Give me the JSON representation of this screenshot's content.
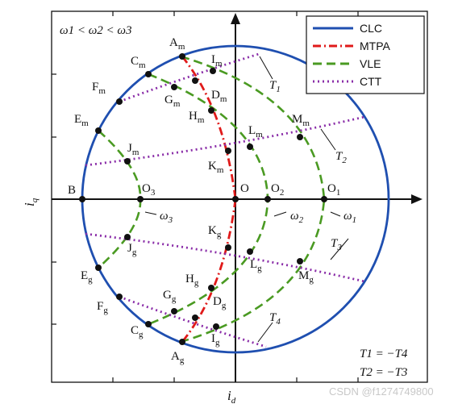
{
  "colors": {
    "clc": "#1f4fb0",
    "mtpa": "#e01a1a",
    "vle": "#4a9a22",
    "ctt": "#8a2da8",
    "axis": "#111111"
  },
  "header": {
    "condition": "ω1 < ω2 < ω3"
  },
  "legend": [
    {
      "key": "clc",
      "label": "CLC",
      "style": "solid"
    },
    {
      "key": "mtpa",
      "label": "MTPA",
      "style": "dashdot"
    },
    {
      "key": "vle",
      "label": "VLE",
      "style": "dashed"
    },
    {
      "key": "ctt",
      "label": "CTT",
      "style": "dotted"
    }
  ],
  "axes": {
    "x": "i",
    "x_sub": "d",
    "y": "i",
    "y_sub": "q"
  },
  "points": {
    "A_m": {
      "base": "A",
      "sub": "m"
    },
    "C_m": {
      "base": "C",
      "sub": "m"
    },
    "I_m": {
      "base": "I",
      "sub": "m"
    },
    "F_m": {
      "base": "F",
      "sub": "m"
    },
    "G_m": {
      "base": "G",
      "sub": "m"
    },
    "D_m": {
      "base": "D",
      "sub": "m"
    },
    "H_m": {
      "base": "H",
      "sub": "m"
    },
    "E_m": {
      "base": "E",
      "sub": "m"
    },
    "M_m": {
      "base": "M",
      "sub": "m"
    },
    "L_m": {
      "base": "L",
      "sub": "m"
    },
    "J_m": {
      "base": "J",
      "sub": "m"
    },
    "K_m": {
      "base": "K",
      "sub": "m"
    },
    "B": {
      "base": "B",
      "sub": ""
    },
    "O3": {
      "base": "O",
      "sub": "3"
    },
    "O": {
      "base": "O",
      "sub": ""
    },
    "O2": {
      "base": "O",
      "sub": "2"
    },
    "O1": {
      "base": "O",
      "sub": "1"
    },
    "K_g": {
      "base": "K",
      "sub": "g"
    },
    "J_g": {
      "base": "J",
      "sub": "g"
    },
    "L_g": {
      "base": "L",
      "sub": "g"
    },
    "M_g": {
      "base": "M",
      "sub": "g"
    },
    "E_g": {
      "base": "E",
      "sub": "g"
    },
    "H_g": {
      "base": "H",
      "sub": "g"
    },
    "G_g": {
      "base": "G",
      "sub": "g"
    },
    "D_g": {
      "base": "D",
      "sub": "g"
    },
    "F_g": {
      "base": "F",
      "sub": "g"
    },
    "C_g": {
      "base": "C",
      "sub": "g"
    },
    "I_g": {
      "base": "I",
      "sub": "g"
    },
    "A_g": {
      "base": "A",
      "sub": "g"
    }
  },
  "omega_labels": [
    {
      "base": "ω",
      "sub": "1"
    },
    {
      "base": "ω",
      "sub": "2"
    },
    {
      "base": "ω",
      "sub": "3"
    }
  ],
  "torque_labels": [
    {
      "base": "T",
      "sub": "1"
    },
    {
      "base": "T",
      "sub": "2"
    },
    {
      "base": "T",
      "sub": "3"
    },
    {
      "base": "T",
      "sub": "4"
    }
  ],
  "equations": [
    "T1 = −T4",
    "T2 = −T3"
  ],
  "watermark": "CSDN @f1274749800"
}
